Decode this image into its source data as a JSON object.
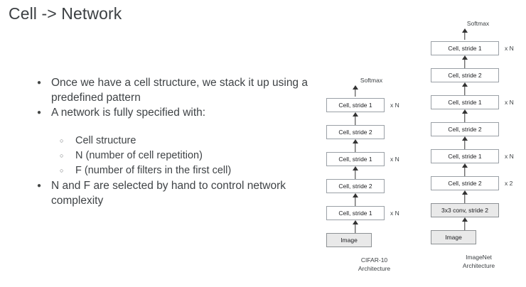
{
  "slide": {
    "title": "Cell -> Network"
  },
  "bullets": [
    {
      "marker": "●",
      "text": "Once we have a cell structure, we stack it up using a predefined pattern",
      "sub": []
    },
    {
      "marker": "●",
      "text": "A network is fully specified with:",
      "sub": [
        {
          "marker": "○",
          "text": "Cell structure"
        },
        {
          "marker": "○",
          "text": "N (number of cell repetition)"
        },
        {
          "marker": "○",
          "text": "F (number of filters in the first cell)"
        }
      ]
    },
    {
      "marker": "●",
      "text": "N and F are selected by hand to control network complexity",
      "sub": []
    }
  ],
  "diagrams": [
    {
      "id": "cifar",
      "top_label": "Softmax",
      "caption_line1": "CIFAR-10",
      "caption_line2": "Architecture",
      "nodes": [
        {
          "label": "Cell, stride 1",
          "multiplier": "x N",
          "shaded": false
        },
        {
          "label": "Cell, stride 2",
          "multiplier": "",
          "shaded": false
        },
        {
          "label": "Cell, stride 1",
          "multiplier": "x N",
          "shaded": false
        },
        {
          "label": "Cell, stride 2",
          "multiplier": "",
          "shaded": false
        },
        {
          "label": "Cell, stride 1",
          "multiplier": "x N",
          "shaded": false
        },
        {
          "label": "Image",
          "multiplier": "",
          "shaded": true
        }
      ]
    },
    {
      "id": "imagenet",
      "top_label": "Softmax",
      "caption_line1": "ImageNet",
      "caption_line2": "Architecture",
      "nodes": [
        {
          "label": "Cell, stride 1",
          "multiplier": "x N",
          "shaded": false
        },
        {
          "label": "Cell, stride 2",
          "multiplier": "",
          "shaded": false
        },
        {
          "label": "Cell, stride 1",
          "multiplier": "x N",
          "shaded": false
        },
        {
          "label": "Cell, stride 2",
          "multiplier": "",
          "shaded": false
        },
        {
          "label": "Cell, stride 1",
          "multiplier": "x N",
          "shaded": false
        },
        {
          "label": "Cell, stride 2",
          "multiplier": "x 2",
          "shaded": false
        },
        {
          "label": "3x3 conv, stride 2",
          "multiplier": "",
          "shaded": true
        },
        {
          "label": "Image",
          "multiplier": "",
          "shaded": true
        }
      ]
    }
  ],
  "colors": {
    "background": "#ffffff",
    "title_text": "#3c4043",
    "body_text": "#3f4346",
    "box_border": "#9aa0a6",
    "box_fill": "#ffffff",
    "box_fill_shaded": "#e9e9e9",
    "arrow": "#333333"
  }
}
